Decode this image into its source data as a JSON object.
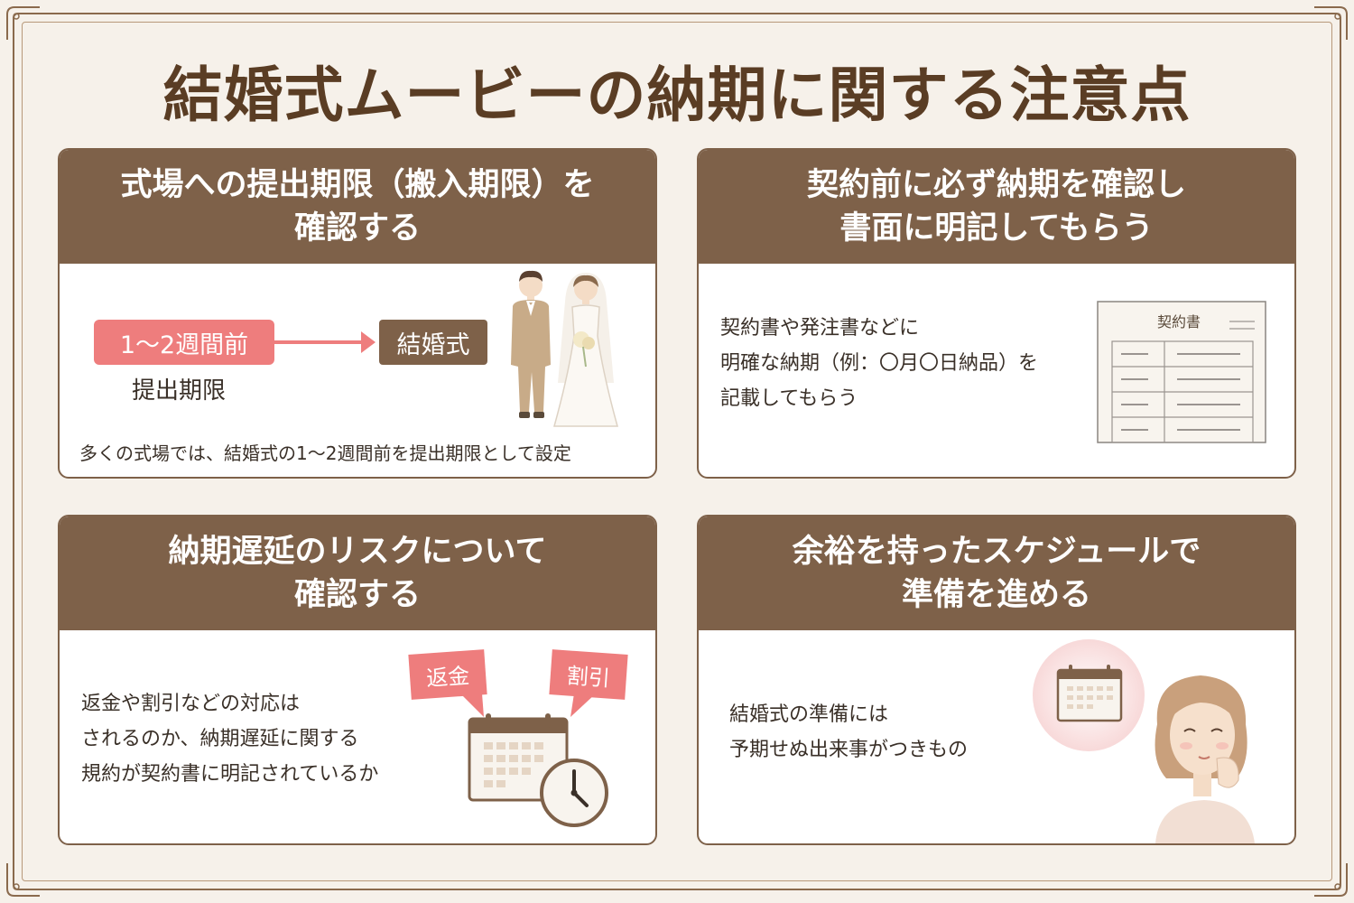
{
  "title": "結婚式ムービーの納期に関する注意点",
  "cards": [
    {
      "header_lines": [
        "式場への提出期限（搬入期限）を",
        "確認する"
      ],
      "deadline_pill": "1〜2週間前",
      "wedding_pill": "結婚式",
      "deadline_label": "提出期限",
      "note": "多くの式場では、結婚式の1〜2週間前を提出期限として設定"
    },
    {
      "header_lines": [
        "契約前に必ず納期を確認し",
        "書面に明記してもらう"
      ],
      "body_lines": [
        "契約書や発注書などに",
        "明確な納期（例：〇月〇日納品）を",
        "記載してもらう"
      ],
      "doc_title": "契約書"
    },
    {
      "header_lines": [
        "納期遅延のリスクについて",
        "確認する"
      ],
      "body_lines": [
        "返金や割引などの対応は",
        "されるのか、納期遅延に関する",
        "規約が契約書に明記されているか"
      ],
      "tag_refund": "返金",
      "tag_discount": "割引"
    },
    {
      "header_lines": [
        "余裕を持ったスケジュールで",
        "準備を進める"
      ],
      "body_lines": [
        "結婚式の準備には",
        "予期せぬ出来事がつきもの"
      ]
    }
  ],
  "colors": {
    "brown": "#7e6149",
    "title_brown": "#5a3d24",
    "accent_pink": "#ee7d7d",
    "background": "#f6f1ea"
  },
  "icons": [
    "calendar-icon",
    "clock-icon",
    "contract-document-icon",
    "couple-illustration",
    "woman-illustration"
  ]
}
